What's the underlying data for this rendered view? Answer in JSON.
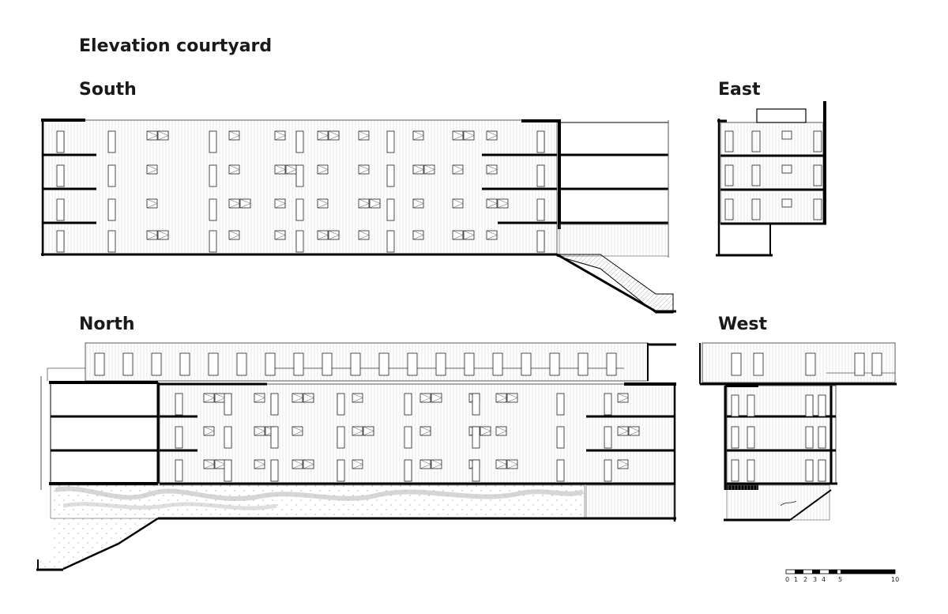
{
  "title": "Elevation courtyard",
  "views": {
    "south": "South",
    "east": "East",
    "north": "North",
    "west": "West"
  },
  "scale_bar": {
    "labels": [
      "0",
      "1",
      "2",
      "3",
      "4",
      "5",
      "10"
    ]
  }
}
